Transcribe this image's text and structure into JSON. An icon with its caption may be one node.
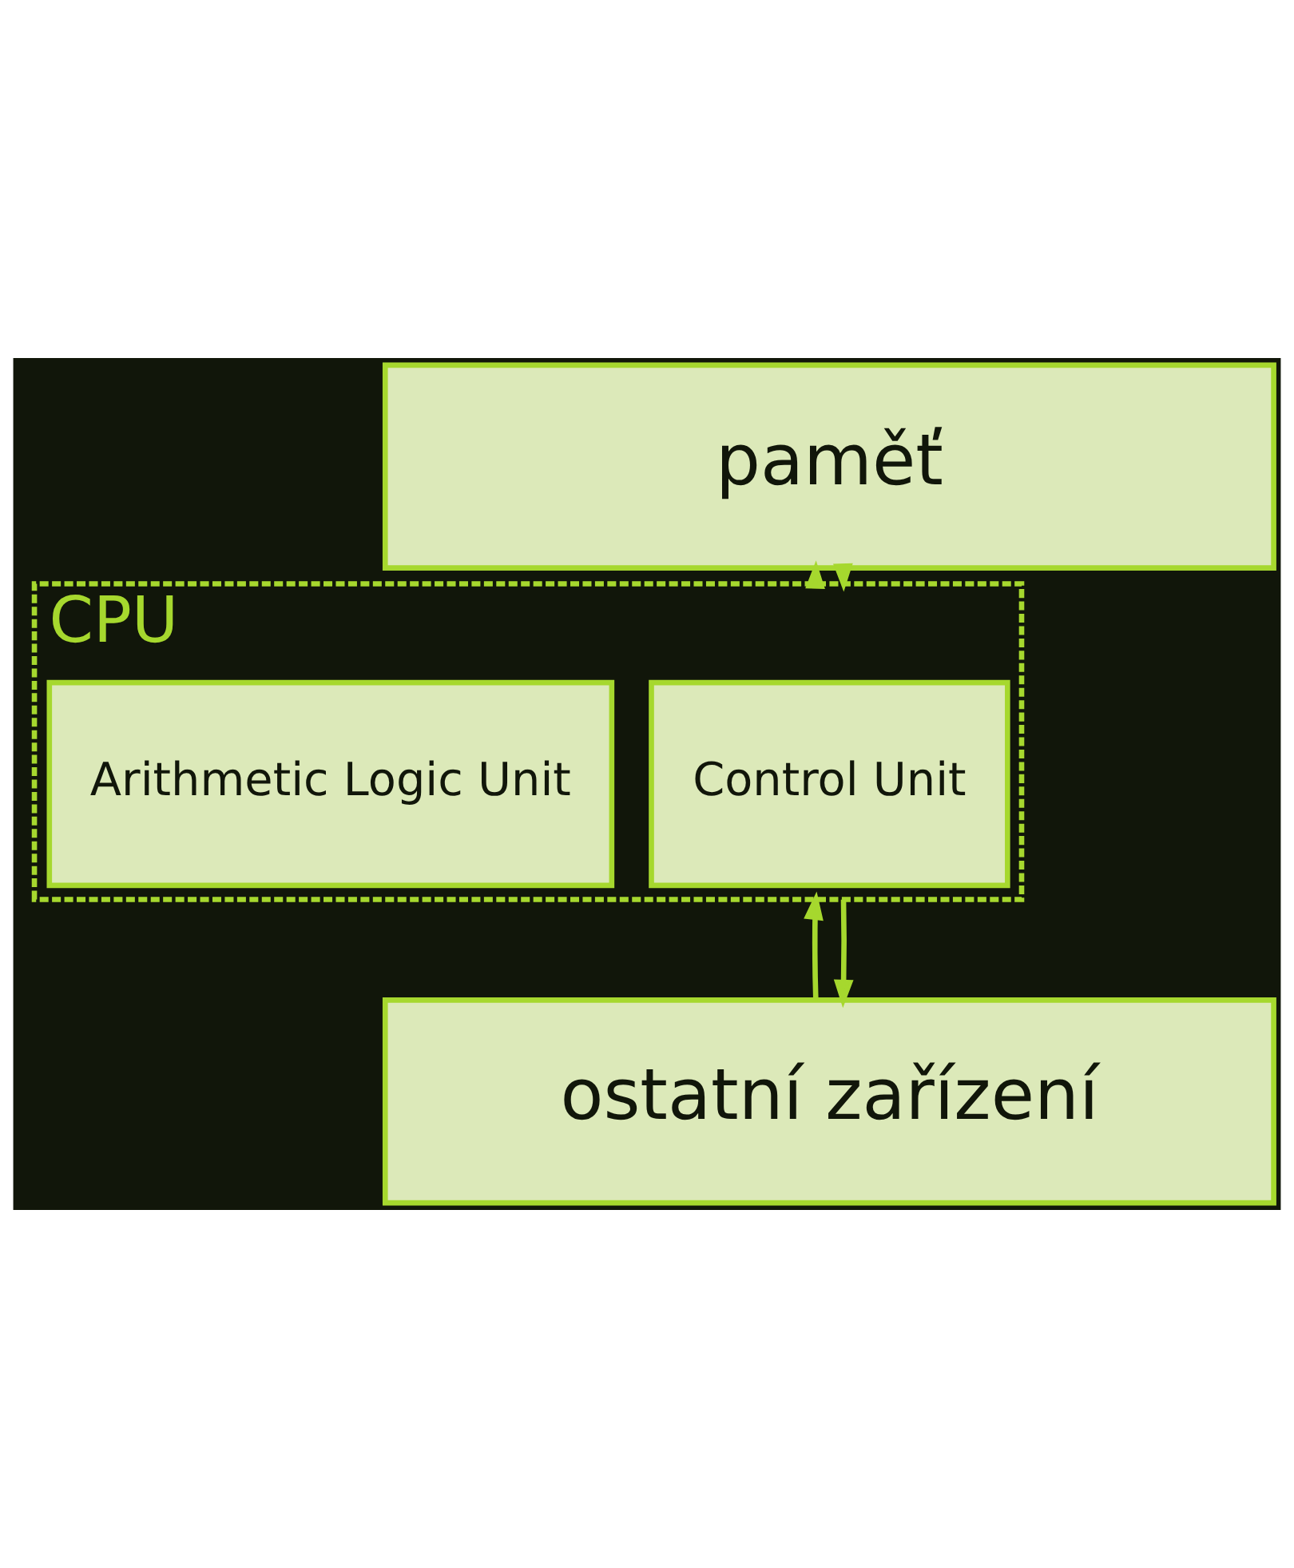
{
  "diagram": {
    "nodes": [
      {
        "text": [
          "paměť"
        ]
      },
      {
        "text": [
          "CPU"
        ]
      },
      {
        "text": [
          "Control Unit"
        ],
        "in": 1
      },
      {
        "text": [
          "Arithmetic Logic Unit"
        ],
        "in": 1
      },
      {
        "text": [
          "ostatní zařízení"
        ]
      }
    ],
    "edges": [
      {
        "from": 1,
        "to": 0,
        "arrow": "to"
      },
      {
        "from": 0,
        "to": 1,
        "arrow": "to"
      },
      {
        "from": 4,
        "to": 1,
        "arrow": "to"
      },
      {
        "from": 1,
        "to": 4,
        "arrow": "to"
      }
    ]
  }
}
